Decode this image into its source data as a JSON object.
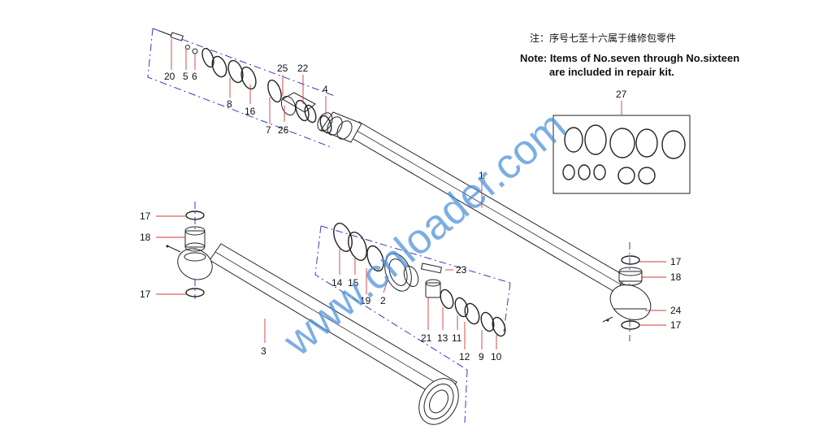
{
  "note": {
    "chinese": "注：序号七至十六属于维修包零件",
    "english_line1": "Note: Items of No.seven through No.sixteen",
    "english_line2": "are included in repair kit."
  },
  "watermark": "www.cnloader.com",
  "kit_label": "27",
  "labels": {
    "p20": "20",
    "p5": "5",
    "p6": "6",
    "p8": "8",
    "p16a": "16",
    "p25": "25",
    "p22": "22",
    "p7": "7",
    "p26": "26",
    "p4": "4",
    "p1": "1",
    "p17a": "17",
    "p18a": "18",
    "p17b": "17",
    "p3": "3",
    "p14": "14",
    "p15": "15",
    "p19": "19",
    "p2": "2",
    "p23": "23",
    "p21": "21",
    "p13": "13",
    "p11": "11",
    "p12": "12",
    "p9": "9",
    "p10": "10",
    "p17c": "17",
    "p18b": "18",
    "p24": "24",
    "p17d": "17"
  },
  "colors": {
    "leader": "#d23a3a",
    "boundary": "#3a3ab8",
    "watermark": "#4a90d9"
  }
}
